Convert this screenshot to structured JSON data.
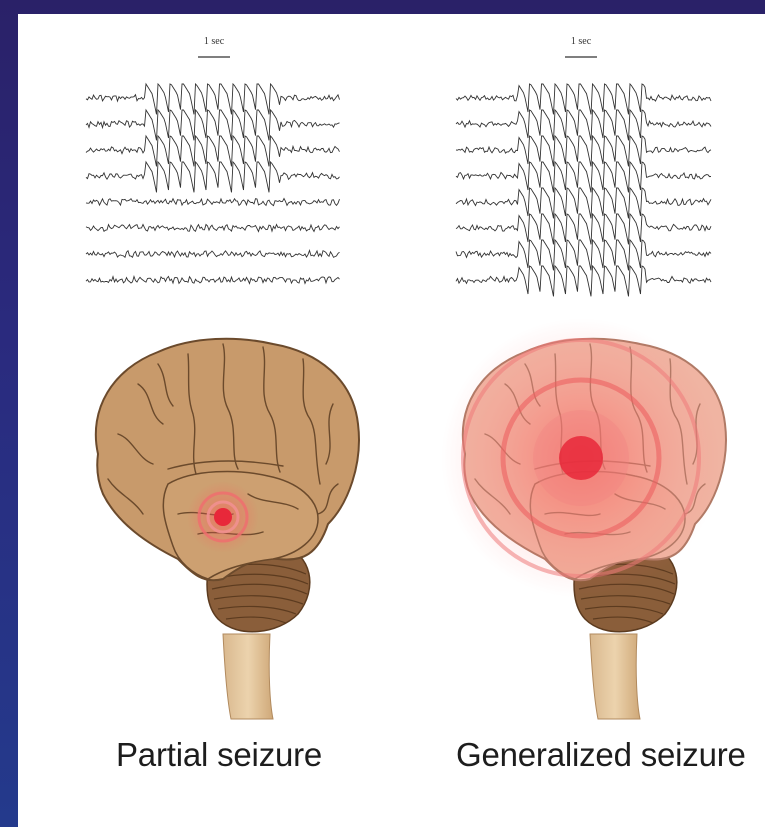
{
  "panels": [
    {
      "id": "partial",
      "label": "Partial seizure",
      "scale_label": "1 sec",
      "eeg_channels": 8,
      "spike_channels": 4,
      "focus": "temporal-lobe",
      "colors": {
        "focus": "#e8283a",
        "glow": "#f5a3a3"
      }
    },
    {
      "id": "generalized",
      "label": "Generalized seizure",
      "scale_label": "1 sec",
      "eeg_channels": 8,
      "spike_channels": 8,
      "focus": "whole-brain",
      "colors": {
        "focus": "#e8283a",
        "glow": "#f08a8a",
        "brain_tint": "#f3b0a3"
      }
    }
  ],
  "colors": {
    "background": "#2a2a7e",
    "slide": "#ffffff",
    "brain": "#c89a6b",
    "brain_outline": "#6b4a2c",
    "cerebellum": "#8a5e3a",
    "brainstem": "#e0c39b",
    "trace": "#333333"
  }
}
